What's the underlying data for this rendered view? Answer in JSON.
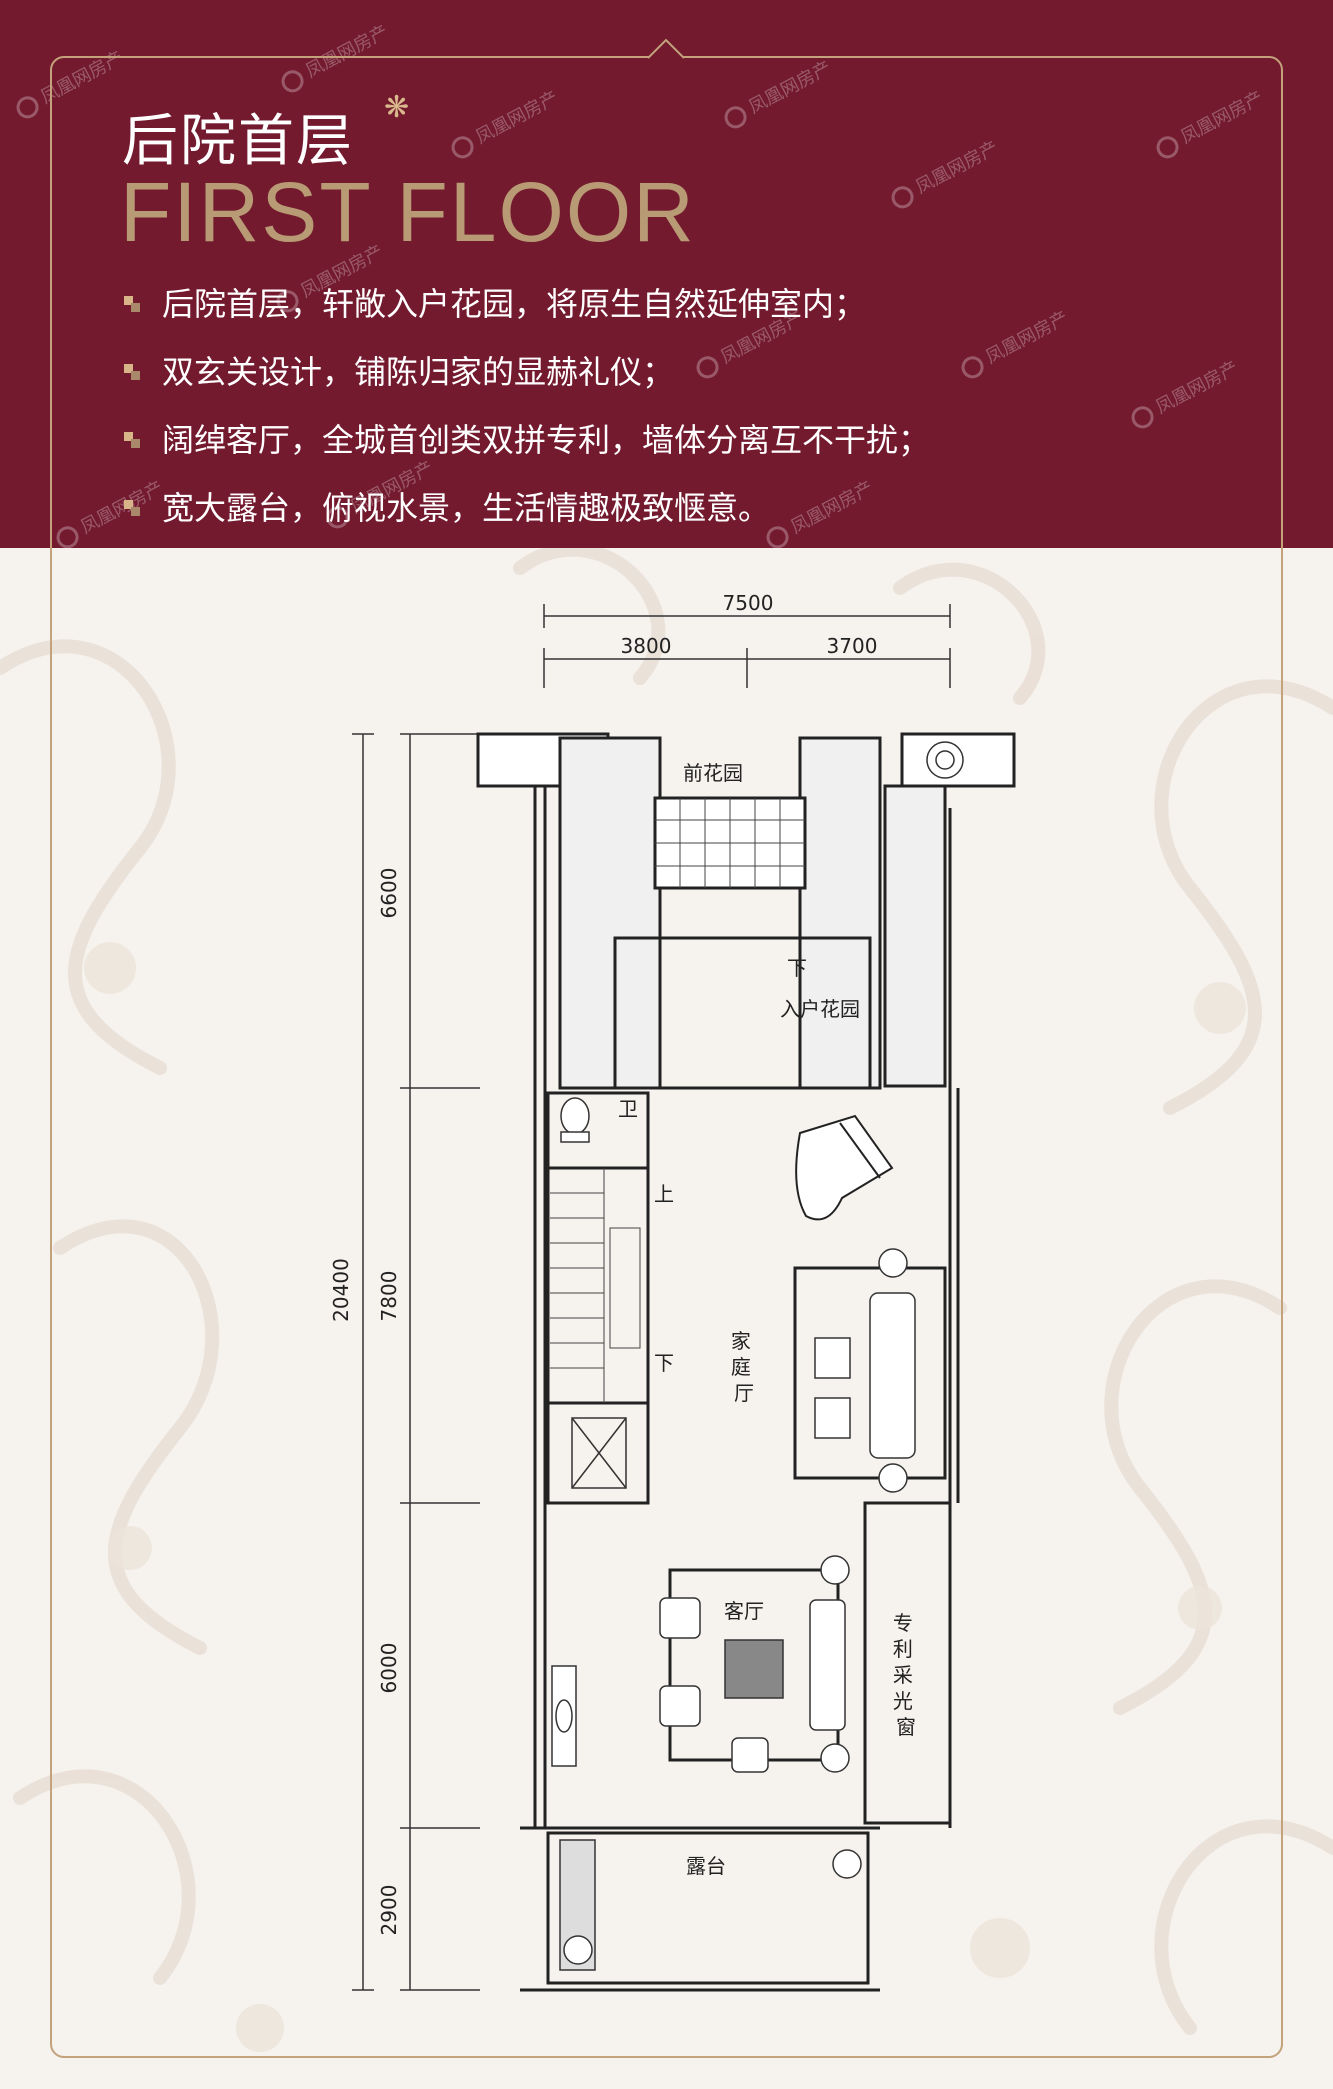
{
  "header": {
    "title_cn": "后院首层",
    "title_en": "FIRST FLOOR",
    "bullets": [
      "后院首层，轩敞入户花园，将原生自然延伸室内；",
      "双玄关设计，铺陈归家的显赫礼仪；",
      "阔绰客厅，全城首创类双拼专利，墙体分离互不干扰；",
      "宽大露台，俯视水景，生活情趣极致惬意。"
    ]
  },
  "watermark": {
    "text": "凤凰网房产"
  },
  "plan": {
    "dimensions": {
      "total_width": "7500",
      "width_left": "3800",
      "width_right": "3700",
      "total_depth": "20400",
      "depth_1": "6600",
      "depth_2": "7800",
      "depth_3": "6000",
      "depth_4": "2900"
    },
    "rooms": {
      "front_garden": "前花园",
      "entry_garden": "入户花园",
      "bathroom": "卫",
      "family_hall": "家庭厅",
      "living_room": "客厅",
      "patent_skylight": "专利采光窗",
      "terrace": "露台"
    },
    "stairs": {
      "up": "上",
      "down": "下",
      "down_entry": "下"
    }
  },
  "colors": {
    "header_bg": "#731a2f",
    "frame_gold": "#c3a27c"
  }
}
